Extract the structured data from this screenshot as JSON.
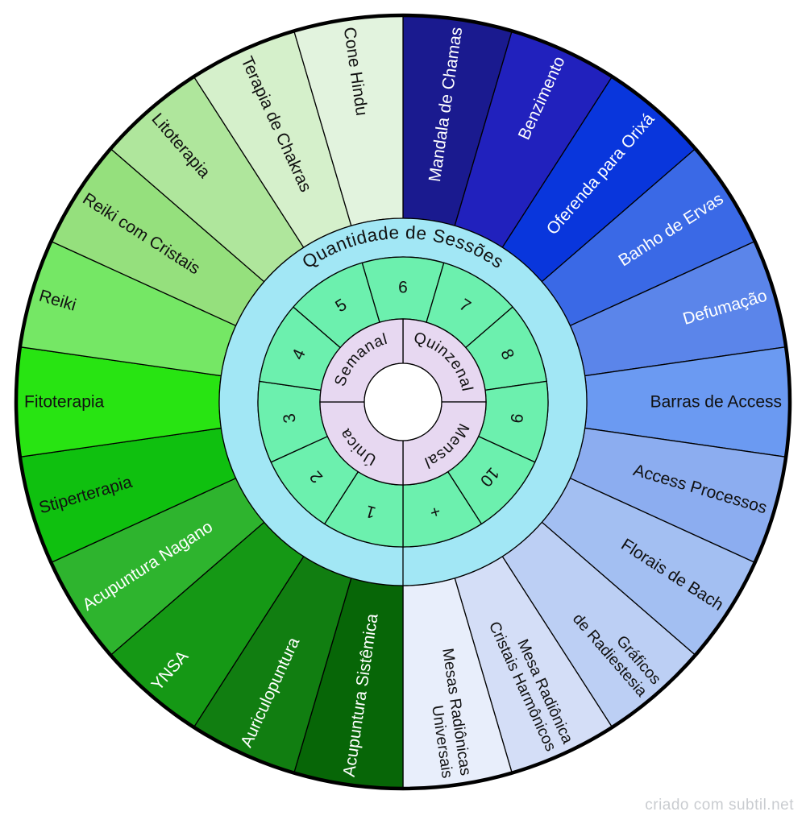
{
  "watermark": "criado com subtil.net",
  "wheel": {
    "stroke_color": "#000000",
    "rim_color": "#000000",
    "background": "#ffffff",
    "title_ring": {
      "label": "Quantidade de Sessões",
      "color": "#a2e7f5",
      "text_color": "#111111"
    },
    "outer_ring": {
      "segments": [
        {
          "lines": [
            "Mandala de Chamas"
          ],
          "color": "#1a1a8f",
          "text_color": "#ffffff"
        },
        {
          "lines": [
            "Benzimento"
          ],
          "color": "#2121bd",
          "text_color": "#ffffff"
        },
        {
          "lines": [
            "Oferenda para Orixá"
          ],
          "color": "#0936dc",
          "text_color": "#ffffff"
        },
        {
          "lines": [
            "Banho de Ervas"
          ],
          "color": "#3a69e6",
          "text_color": "#ffffff"
        },
        {
          "lines": [
            "Defumação"
          ],
          "color": "#5b85ea",
          "text_color": "#ffffff"
        },
        {
          "lines": [
            "Barras de Access"
          ],
          "color": "#6b9af2",
          "text_color": "#111111"
        },
        {
          "lines": [
            "Access Processos"
          ],
          "color": "#8cadf0",
          "text_color": "#111111"
        },
        {
          "lines": [
            "Florais de Bach"
          ],
          "color": "#a3bff2",
          "text_color": "#111111"
        },
        {
          "lines": [
            "Gráficos",
            "de Radiestesia"
          ],
          "color": "#bccff4",
          "text_color": "#111111"
        },
        {
          "lines": [
            "Mesa Radiônica",
            "Cristais Harmônicos"
          ],
          "color": "#d4def7",
          "text_color": "#111111"
        },
        {
          "lines": [
            "Mesas Radiônicas",
            "Universais"
          ],
          "color": "#e8eefb",
          "text_color": "#111111"
        },
        {
          "lines": [
            "Acupuntura Sistêmica"
          ],
          "color": "#076607",
          "text_color": "#ffffff"
        },
        {
          "lines": [
            "Auriculopuntura"
          ],
          "color": "#117e11",
          "text_color": "#ffffff"
        },
        {
          "lines": [
            "YNSA"
          ],
          "color": "#159815",
          "text_color": "#ffffff"
        },
        {
          "lines": [
            "Acupuntura Nagano"
          ],
          "color": "#2eb42e",
          "text_color": "#ffffff"
        },
        {
          "lines": [
            "Stiperterapia"
          ],
          "color": "#0fc00f",
          "text_color": "#111111"
        },
        {
          "lines": [
            "Fitoterapia"
          ],
          "color": "#28e412",
          "text_color": "#111111"
        },
        {
          "lines": [
            "Reiki"
          ],
          "color": "#75e765",
          "text_color": "#111111"
        },
        {
          "lines": [
            "Reiki com Cristais"
          ],
          "color": "#95e07d",
          "text_color": "#111111"
        },
        {
          "lines": [
            "Litoterapia"
          ],
          "color": "#afe69c",
          "text_color": "#111111"
        },
        {
          "lines": [
            "Terapia de Chakras"
          ],
          "color": "#d5f0cb",
          "text_color": "#111111"
        },
        {
          "lines": [
            "Cone Hindu"
          ],
          "color": "#e2f3de",
          "text_color": "#111111"
        }
      ]
    },
    "sessions_ring": {
      "color": "#6cf0ae",
      "text_color": "#111111",
      "values": [
        "6",
        "7",
        "8",
        "9",
        "10",
        "+",
        "1",
        "2",
        "3",
        "4",
        "5"
      ]
    },
    "frequency_ring": {
      "color": "#e7d8f1",
      "text_color": "#111111",
      "segments": [
        "Quinzenal",
        "Mensal",
        "Única",
        "Semanal"
      ]
    },
    "center_color": "#ffffff"
  }
}
